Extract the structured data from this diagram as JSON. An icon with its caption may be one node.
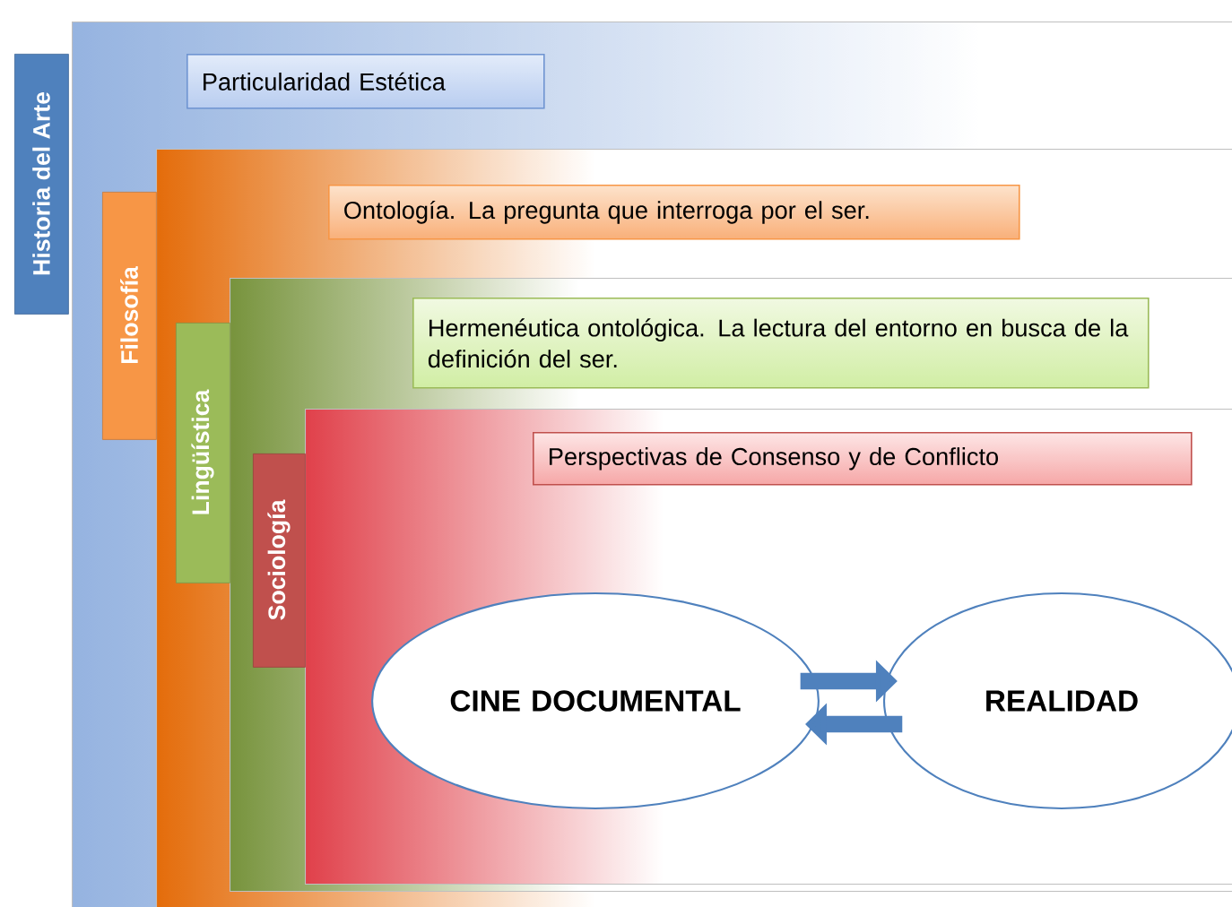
{
  "diagram": {
    "nodes": [
      {
        "text": [
          "Historia del Arte"
        ]
      },
      {
        "text": [
          "Particularidad Estética"
        ],
        "in": 0
      },
      {
        "text": [
          "Filosofía"
        ],
        "in": 0
      },
      {
        "text": [
          "Ontología. La pregunta que interroga por el ser."
        ],
        "in": 2
      },
      {
        "text": [
          "Lingüística"
        ],
        "in": 2
      },
      {
        "text": [
          "Hermenéutica ontológica. La lectura del entorno en busca de la definición del ser."
        ],
        "in": 4
      },
      {
        "text": [
          "Sociología"
        ],
        "in": 4
      },
      {
        "text": [
          "Perspectivas de Consenso y de Conflicto"
        ],
        "in": 6
      },
      {
        "text": [
          "CINE DOCUMENTAL"
        ],
        "in": 6
      },
      {
        "text": [
          "REALIDAD"
        ],
        "in": 6
      }
    ],
    "edges": [
      {
        "from": 8,
        "to": 9,
        "arrow": "to"
      },
      {
        "from": 9,
        "to": 8,
        "arrow": "to"
      }
    ]
  }
}
